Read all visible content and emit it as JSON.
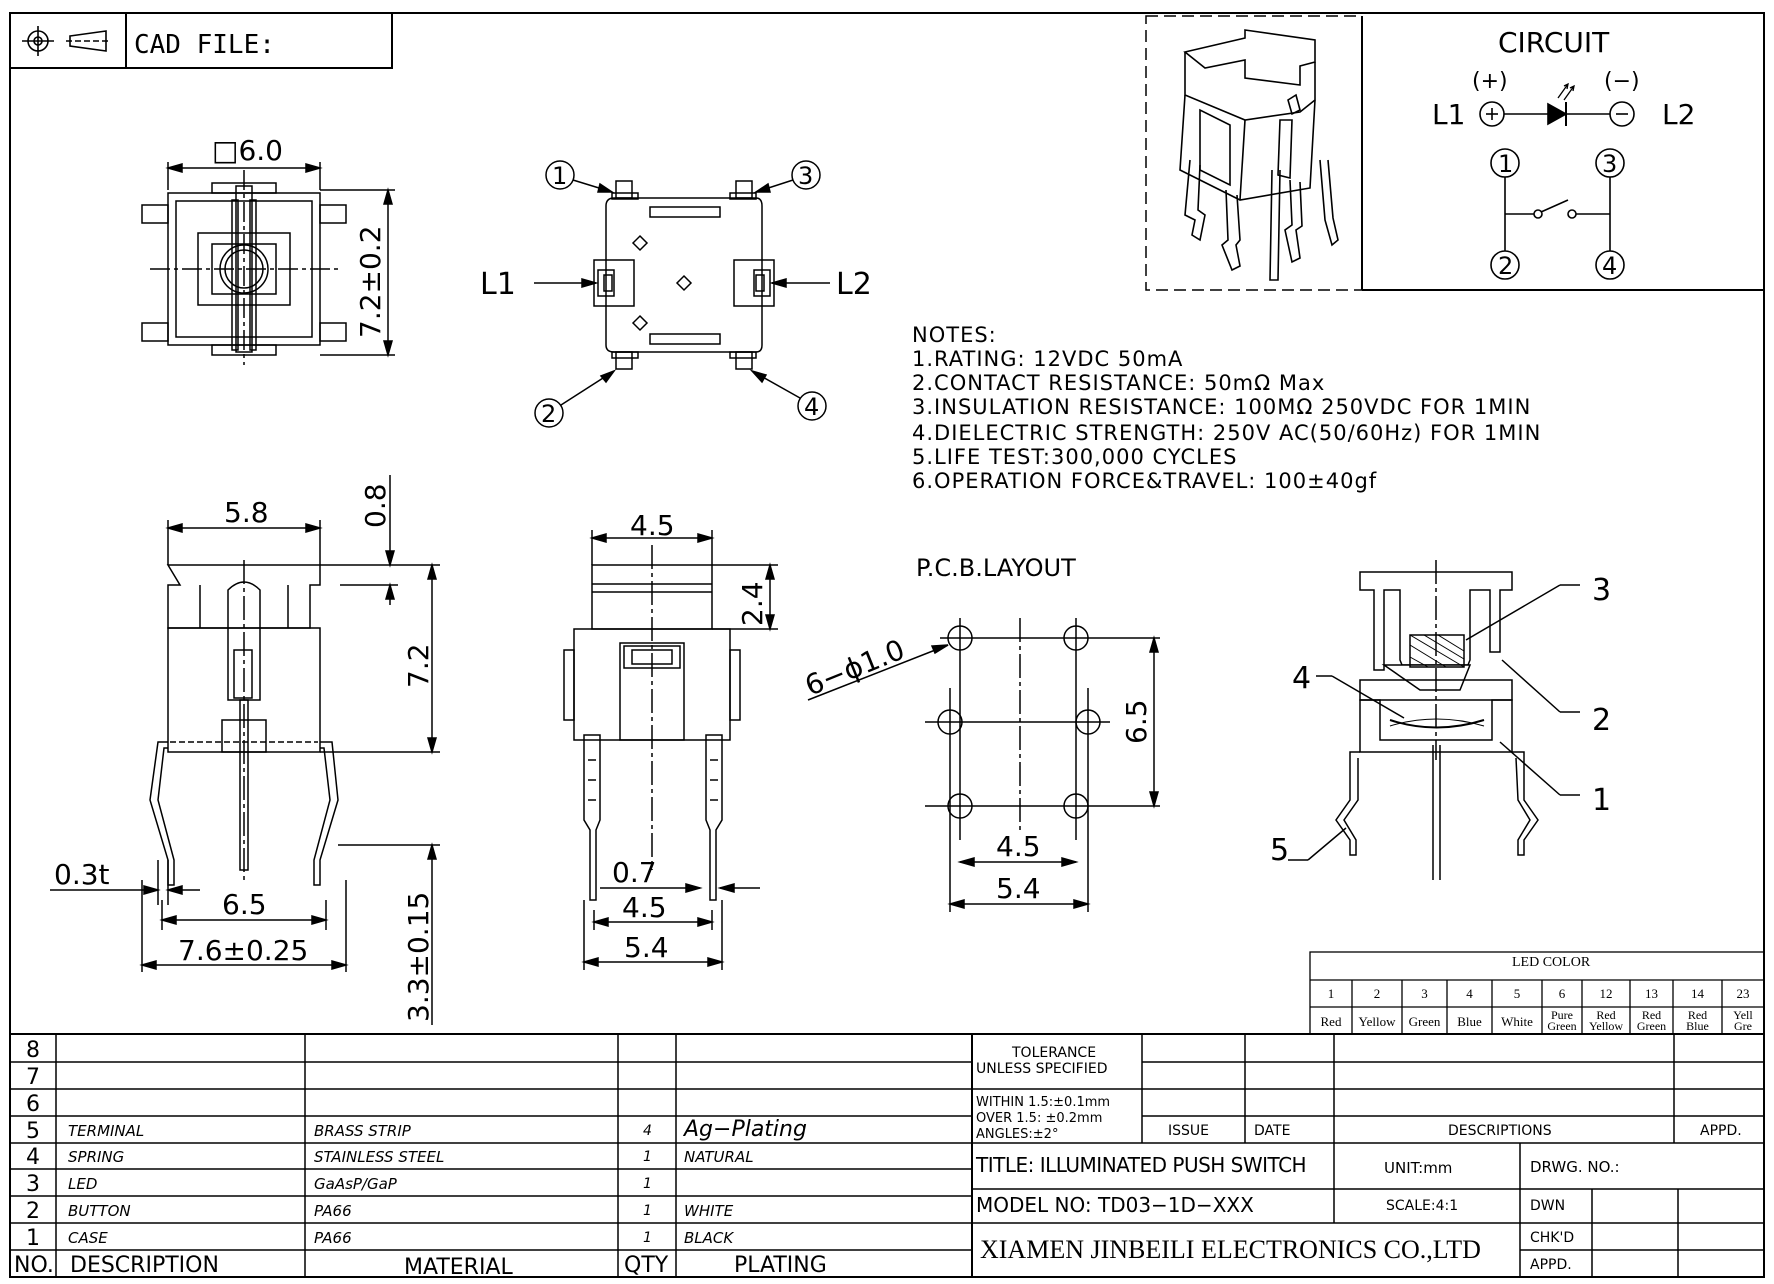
{
  "header": {
    "cad_label": "CAD FILE:"
  },
  "circuit": {
    "title": "CIRCUIT",
    "plus": "(+)",
    "minus": "(−)",
    "l1": "L1",
    "l2": "L2",
    "pins": [
      "1",
      "3",
      "2",
      "4"
    ]
  },
  "top_view": {
    "width": "□6.0",
    "height": "7.2±0.2"
  },
  "pin_view": {
    "pins": [
      "1",
      "3",
      "2",
      "4"
    ],
    "l1": "L1",
    "l2": "L2"
  },
  "notes": {
    "title": "NOTES:",
    "items": [
      "1.RATING:  12VDC  50mA",
      "2.CONTACT  RESISTANCE:  50mΩ  Max",
      "3.INSULATION  RESISTANCE:  100MΩ  250VDC  FOR  1MIN",
      "4.DIELECTRIC  STRENGTH:  250V  AC(50/60Hz)  FOR  1MIN",
      "5.LIFE  TEST:300,000  CYCLES",
      "6.OPERATION  FORCE&TRAVEL:  100±40gf"
    ]
  },
  "side_view": {
    "top": "5.8",
    "cap": "0.8",
    "body": "7.2",
    "thick": "0.3t",
    "pitch": "6.5",
    "overall": "7.6±0.25",
    "lead": "3.3±0.15"
  },
  "front_view": {
    "top": "4.5",
    "cap": "2.4",
    "pin": "0.7",
    "inner": "4.5",
    "outer": "5.4"
  },
  "pcb": {
    "title": "P.C.B.LAYOUT",
    "holes": "6−ϕ1.0",
    "vertical": "6.5",
    "inner": "4.5",
    "outer": "5.4"
  },
  "section": {
    "callouts": [
      "3",
      "2",
      "1",
      "4",
      "5"
    ]
  },
  "led_color": {
    "title": "LED COLOR",
    "codes": [
      "1",
      "2",
      "3",
      "4",
      "5",
      "6",
      "12",
      "13",
      "14",
      "23"
    ],
    "names": [
      [
        "Red"
      ],
      [
        "Yellow"
      ],
      [
        "Green"
      ],
      [
        "Blue"
      ],
      [
        "White"
      ],
      [
        "Pure",
        "Green"
      ],
      [
        "Red",
        "Yellow"
      ],
      [
        "Red",
        "Green"
      ],
      [
        "Red",
        "Blue"
      ],
      [
        "Yell",
        "Gre"
      ]
    ]
  },
  "bom": {
    "rows": [
      {
        "no": "8",
        "desc": "",
        "mat": "",
        "qty": "",
        "plating": ""
      },
      {
        "no": "7",
        "desc": "",
        "mat": "",
        "qty": "",
        "plating": ""
      },
      {
        "no": "6",
        "desc": "",
        "mat": "",
        "qty": "",
        "plating": ""
      },
      {
        "no": "5",
        "desc": "TERMINAL",
        "mat": "BRASS STRIP",
        "qty": "4",
        "plating": "Ag−Plating"
      },
      {
        "no": "4",
        "desc": "SPRING",
        "mat": "STAINLESS STEEL",
        "qty": "1",
        "plating": "NATURAL"
      },
      {
        "no": "3",
        "desc": "LED",
        "mat": "GaAsP/GaP",
        "qty": "1",
        "plating": ""
      },
      {
        "no": "2",
        "desc": "BUTTON",
        "mat": "PA66",
        "qty": "1",
        "plating": "WHITE"
      },
      {
        "no": "1",
        "desc": "CASE",
        "mat": "PA66",
        "qty": "1",
        "plating": "BLACK"
      }
    ],
    "header": {
      "no": "NO.",
      "desc": "DESCRIPTION",
      "mat": "MATERIAL",
      "qty": "QTY",
      "plating": "PLATING"
    }
  },
  "title_block": {
    "tolerance1": "TOLERANCE",
    "tolerance2": "UNLESS  SPECIFIED",
    "within": "WITHIN  1.5:±0.1mm",
    "over": "OVER  1.5:  ±0.2mm",
    "angles": "ANGLES:±2°",
    "issue": "ISSUE",
    "date": "DATE",
    "descriptions": "DESCRIPTIONS",
    "appd": "APPD.",
    "title": "TITLE: ILLUMINATED  PUSH  SWITCH",
    "unit": "UNIT:mm",
    "drwg": "DRWG.  NO.:",
    "model": "MODEL  NO: TD03−1D−XXX",
    "scale": "SCALE:4:1",
    "dwn": "DWN",
    "chkd": "CHK'D",
    "appd2": "APPD.",
    "company": "XIAMEN JINBEILI ELECTRONICS CO.,LTD"
  }
}
